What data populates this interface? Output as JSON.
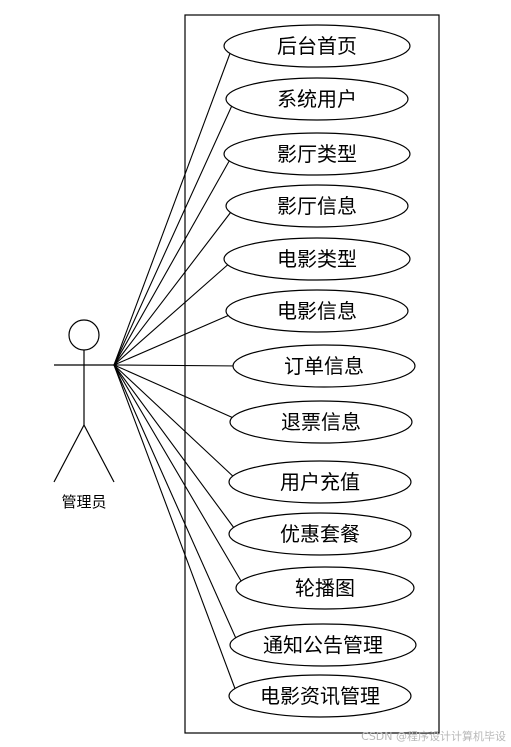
{
  "actor": {
    "label": "管理员"
  },
  "use_cases": [
    "后台首页",
    "系统用户",
    "影厅类型",
    "影厅信息",
    "电影类型",
    "电影信息",
    "订单信息",
    "退票信息",
    "用户充值",
    "优惠套餐",
    "轮播图",
    "通知公告管理",
    "电影资讯管理"
  ],
  "watermark": "CSDN @程序设计计算机毕设"
}
